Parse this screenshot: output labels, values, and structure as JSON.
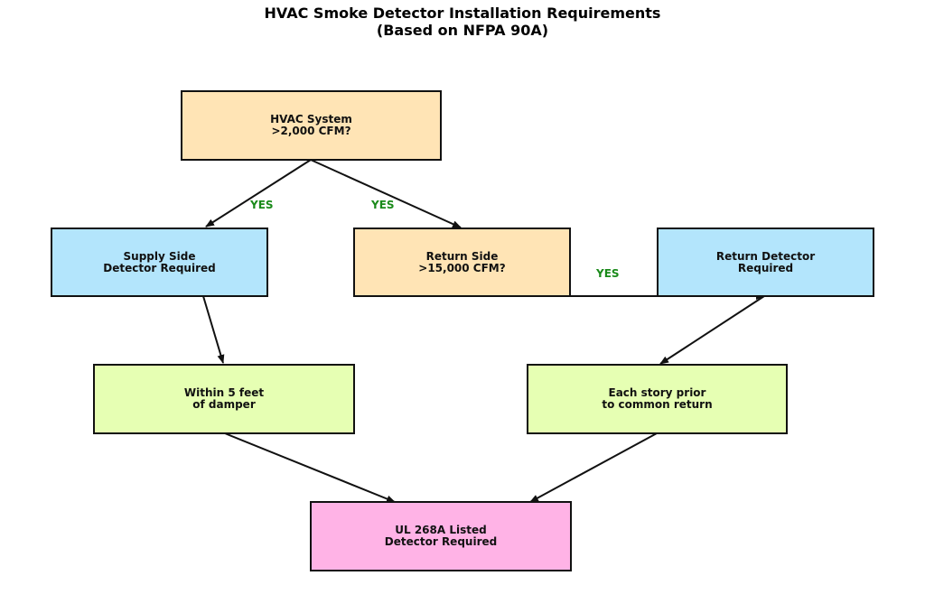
{
  "title": {
    "line1": "HVAC Smoke Detector Installation Requirements",
    "line2": "(Based on NFPA 90A)"
  },
  "colors": {
    "decision": "#ffe4b5",
    "detector": "#b3e5fc",
    "location": "#e6ffb3",
    "final": "#ffb3e6",
    "yes_label": "#1a8a1a"
  },
  "nodes": {
    "hvac_system": "HVAC System\n>2,000 CFM?",
    "supply_side": "Supply Side\nDetector Required",
    "return_side": "Return Side\n>15,000 CFM?",
    "return_detector": "Return Detector\nRequired",
    "within_5_feet": "Within 5 feet\nof damper",
    "each_story": "Each story prior\nto common return",
    "ul_268a": "UL 268A Listed\nDetector Required"
  },
  "edge_labels": {
    "hvac_to_supply": "YES",
    "hvac_to_return": "YES",
    "return_to_detector": "YES"
  }
}
